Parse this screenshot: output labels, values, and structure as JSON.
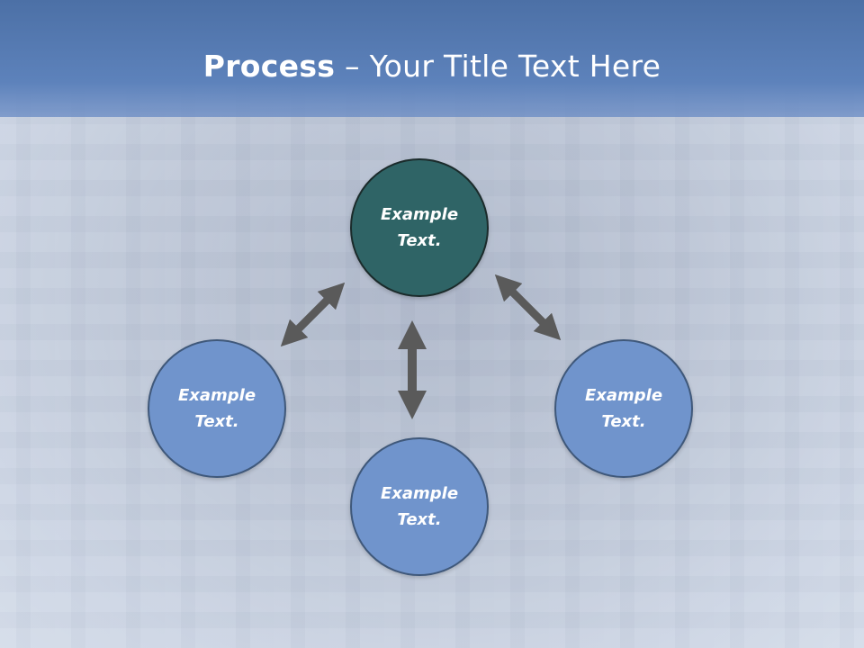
{
  "slide": {
    "title_bold": "Process",
    "title_rest": " – Your Title Text Here"
  },
  "nodes": [
    {
      "id": "top",
      "line1": "Example",
      "line2": "Text.",
      "color": "#2f6466"
    },
    {
      "id": "left",
      "line1": "Example",
      "line2": "Text.",
      "color": "#7094cc"
    },
    {
      "id": "right",
      "line1": "Example",
      "line2": "Text.",
      "color": "#7094cc"
    },
    {
      "id": "bottom",
      "line1": "Example",
      "line2": "Text.",
      "color": "#7094cc"
    }
  ],
  "colors": {
    "header": "#5d82bb",
    "arrow": "#5a5a5a"
  },
  "icons": [
    "double-arrow-icon"
  ]
}
